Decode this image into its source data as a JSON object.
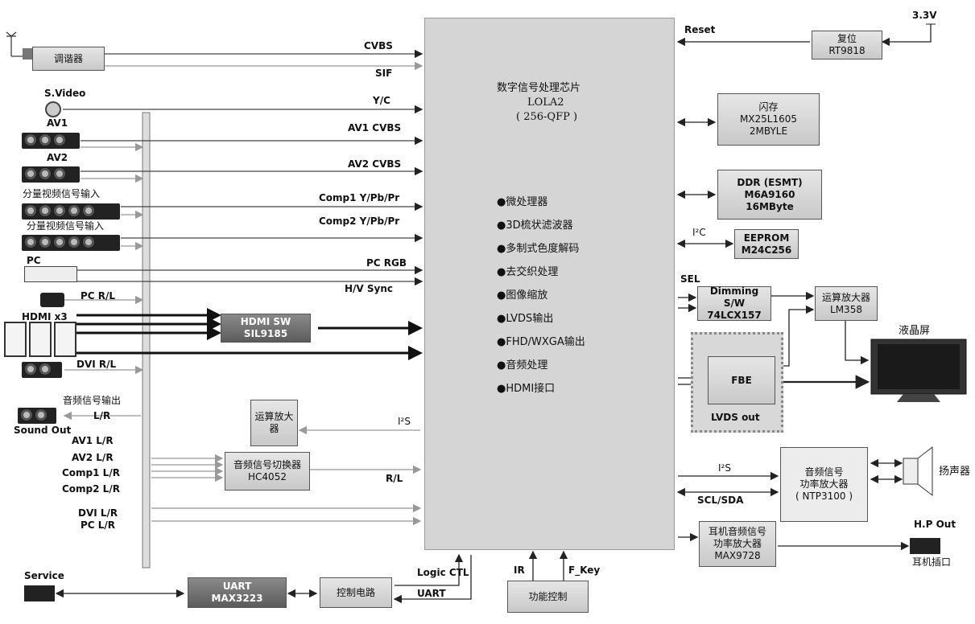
{
  "chip": {
    "title": "数字信号处理芯片",
    "model": "LOLA2",
    "package": "( 256-QFP )",
    "features": [
      "●微处理器",
      "●3D梳状滤波器",
      "●多制式色度解码",
      "●去交织处理",
      "●图像缩放",
      "●LVDS输出",
      "●FHD/WXGA输出",
      "●音频处理",
      "●HDMI接口"
    ]
  },
  "inputs": {
    "tuner": "调谐器",
    "cvbs": "CVBS",
    "sif": "SIF",
    "svideo": "S.Video",
    "yc": "Y/C",
    "av1": "AV1",
    "av1_cvbs": "AV1 CVBS",
    "av2": "AV2",
    "av2_cvbs": "AV2 CVBS",
    "component1": "分量视频信号输入",
    "comp1": "Comp1 Y/Pb/Pr",
    "component2": "分量视频信号输入",
    "comp2": "Comp2 Y/Pb/Pr",
    "pc": "PC",
    "pc_rgb": "PC RGB",
    "hv_sync": "H/V Sync",
    "pc_rl": "PC R/L",
    "hdmi": "HDMI x3",
    "dvi_rl": "DVI R/L"
  },
  "hdmi_sw": {
    "name": "HDMI SW",
    "part": "SIL9185"
  },
  "audio": {
    "out_title": "音频信号输出",
    "lr": "L/R",
    "sound_out": "Sound Out",
    "opamp": "运算放大器",
    "i2s": "I²S",
    "av1_lr": "AV1 L/R",
    "av2_lr": "AV2 L/R",
    "comp1_lr": "Comp1 L/R",
    "comp2_lr": "Comp2 L/R",
    "switch": "音频信号切换器",
    "switch_part": "HC4052",
    "rl": "R/L",
    "dvi_lr": "DVI  L/R",
    "pc_lr": "PC  L/R"
  },
  "service": {
    "label": "Service",
    "uart": "UART",
    "uart_part": "MAX3223",
    "ctrl": "控制电路",
    "logic_ctl": "Logic CTL",
    "uart_lbl": "UART"
  },
  "func": {
    "label": "功能控制",
    "ir": "IR",
    "fkey": "F_Key"
  },
  "right": {
    "vcc": "3.3V",
    "reset": "Reset",
    "reset_box": "复位",
    "reset_part": "RT9818",
    "flash": "闪存",
    "flash_part": "MX25L1605",
    "flash_size": "2MBYLE",
    "ddr": "DDR (ESMT)",
    "ddr_part": "M6A9160",
    "ddr_size": "16MByte",
    "i2c": "I²C",
    "eeprom": "EEPROM",
    "eeprom_part": "M24C256",
    "sel": "SEL",
    "dimming": "Dimming S/W",
    "dimming_part": "74LCX157",
    "amp": "运算放大器",
    "amp_part": "LM358",
    "lcd": "液晶屏",
    "fbe": "FBE",
    "lvds_out": "LVDS out",
    "i2s": "I²S",
    "scl_sda": "SCL/SDA",
    "pa": "音频信号",
    "pa2": "功率放大器",
    "pa_part": "( NTP3100 )",
    "speaker": "扬声器",
    "hp": "H.P Out",
    "hp_amp": "耳机音频信号",
    "hp_amp2": "功率放大器",
    "hp_part": "MAX9728",
    "hp_jack": "耳机插口"
  }
}
